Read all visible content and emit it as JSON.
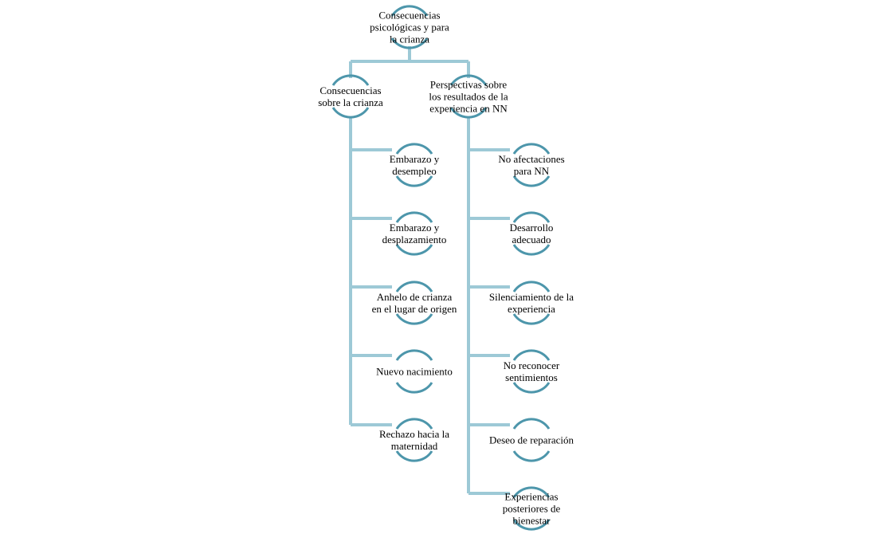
{
  "colors": {
    "connector": "#9dc9d6",
    "node_arc": "#4d96ab",
    "text": "#000000"
  },
  "nodes": {
    "root": "Consecuencias\npsicológicas  y para\nla crianza",
    "left_branch": {
      "title": "Consecuencias\nsobre la crianza",
      "children": [
        "Embarazo y\ndesempleo",
        "Embarazo y\ndesplazamiento",
        "Anhelo de crianza\nen el lugar de origen",
        "Nuevo nacimiento",
        "Rechazo hacia la\nmaternidad"
      ]
    },
    "right_branch": {
      "title": "Perspectivas sobre\nlos resultados de la\nexperiencia en NN",
      "children": [
        "No afectaciones\npara NN",
        "Desarrollo\nadecuado",
        "Silenciamiento  de la\nexperiencia",
        "No reconocer\nsentimientos",
        "Deseo de reparación",
        "Experiencias\nposteriores de\nbienestar"
      ]
    }
  }
}
